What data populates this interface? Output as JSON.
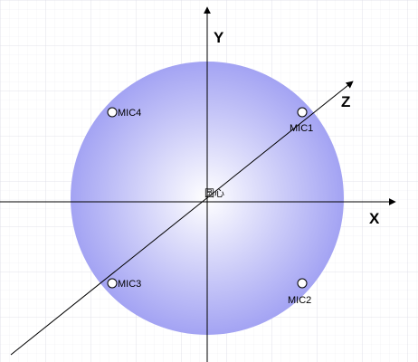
{
  "diagram": {
    "axes": {
      "x_label": "X",
      "y_label": "Y",
      "z_label": "Z"
    },
    "center_label": "圆心",
    "microphones": [
      {
        "label": "MIC1"
      },
      {
        "label": "MIC2"
      },
      {
        "label": "MIC3"
      },
      {
        "label": "MIC4"
      }
    ],
    "colors": {
      "sphere_center": "#ffffff",
      "sphere_edge": "#a3a3f3",
      "axis": "#000000",
      "grid": "#e3e3ec"
    }
  }
}
